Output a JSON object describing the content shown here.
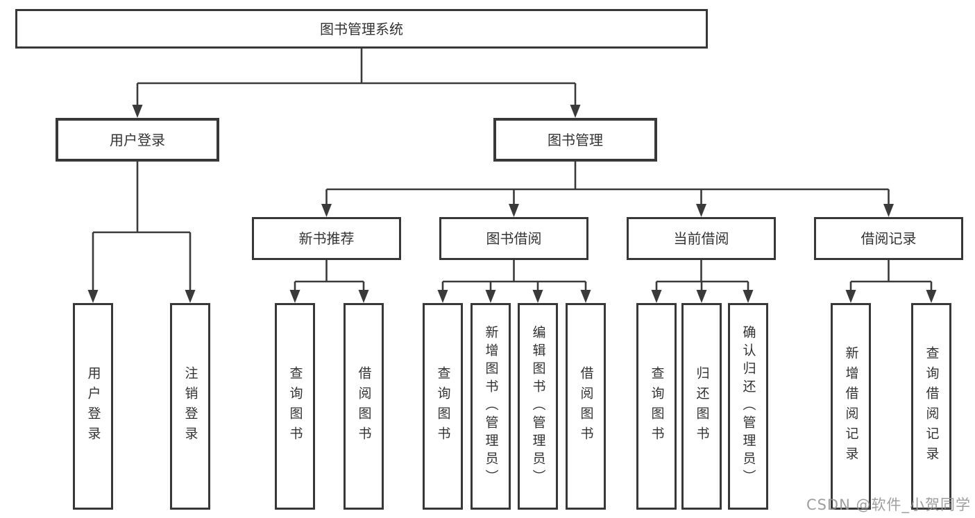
{
  "diagram": {
    "title": "图书管理系统",
    "root": {
      "label": "图书管理系统"
    },
    "branches": [
      {
        "label": "用户登录",
        "children": [
          {
            "label": "用户登录"
          },
          {
            "label": "注销登录"
          }
        ]
      },
      {
        "label": "图书管理",
        "children": [
          {
            "label": "新书推荐",
            "children": [
              {
                "label": "查询图书"
              },
              {
                "label": "借阅图书"
              }
            ]
          },
          {
            "label": "图书借阅",
            "children": [
              {
                "label": "查询图书"
              },
              {
                "label": "新增图书（管理员）"
              },
              {
                "label": "编辑图书（管理员）"
              },
              {
                "label": "借阅图书"
              }
            ]
          },
          {
            "label": "当前借阅",
            "children": [
              {
                "label": "查询图书"
              },
              {
                "label": "归还图书"
              },
              {
                "label": "确认归还（管理员）"
              }
            ]
          },
          {
            "label": "借阅记录",
            "children": [
              {
                "label": "新增借阅记录"
              },
              {
                "label": "查询借阅记录"
              }
            ]
          }
        ]
      }
    ]
  },
  "watermark": "CSDN @软件_小贺同学",
  "colors": {
    "line": "#3a3a3a",
    "box_border": "#383838",
    "box_background": "#ffffff",
    "text": "#333333",
    "watermark": "#949494"
  }
}
